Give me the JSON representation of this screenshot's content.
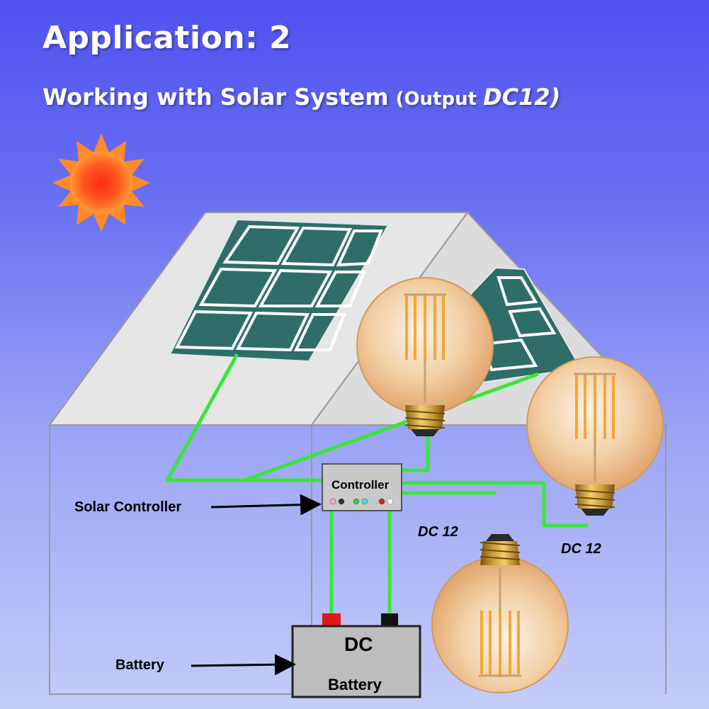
{
  "header": {
    "title": "Application: 2",
    "subtitle_main": "Working with Solar System",
    "subtitle_prefix": "(Output ",
    "subtitle_dc": "DC12)"
  },
  "controller": {
    "label": "Controller",
    "dot_colors": [
      "#f3a8d4",
      "#333333",
      "#28d44a",
      "#39e3e3",
      "#e02020",
      "#ffffff"
    ]
  },
  "labels": {
    "solar_controller": "Solar Controller",
    "battery": "Battery",
    "dc12_left": "DC 12",
    "dc12_right": "DC 12"
  },
  "battery_box": {
    "top_text": "DC",
    "bottom_text": "Battery"
  },
  "colors": {
    "wire": "#39e639",
    "sun": "#ff7a1e",
    "panel": "#2f6e68",
    "bulb_glass": "#f1c79a",
    "bulb_base": "#b88a2e"
  },
  "icons": [
    "sun-icon",
    "solar-panel-icon",
    "bulb-icon",
    "battery-icon",
    "arrow-icon"
  ]
}
